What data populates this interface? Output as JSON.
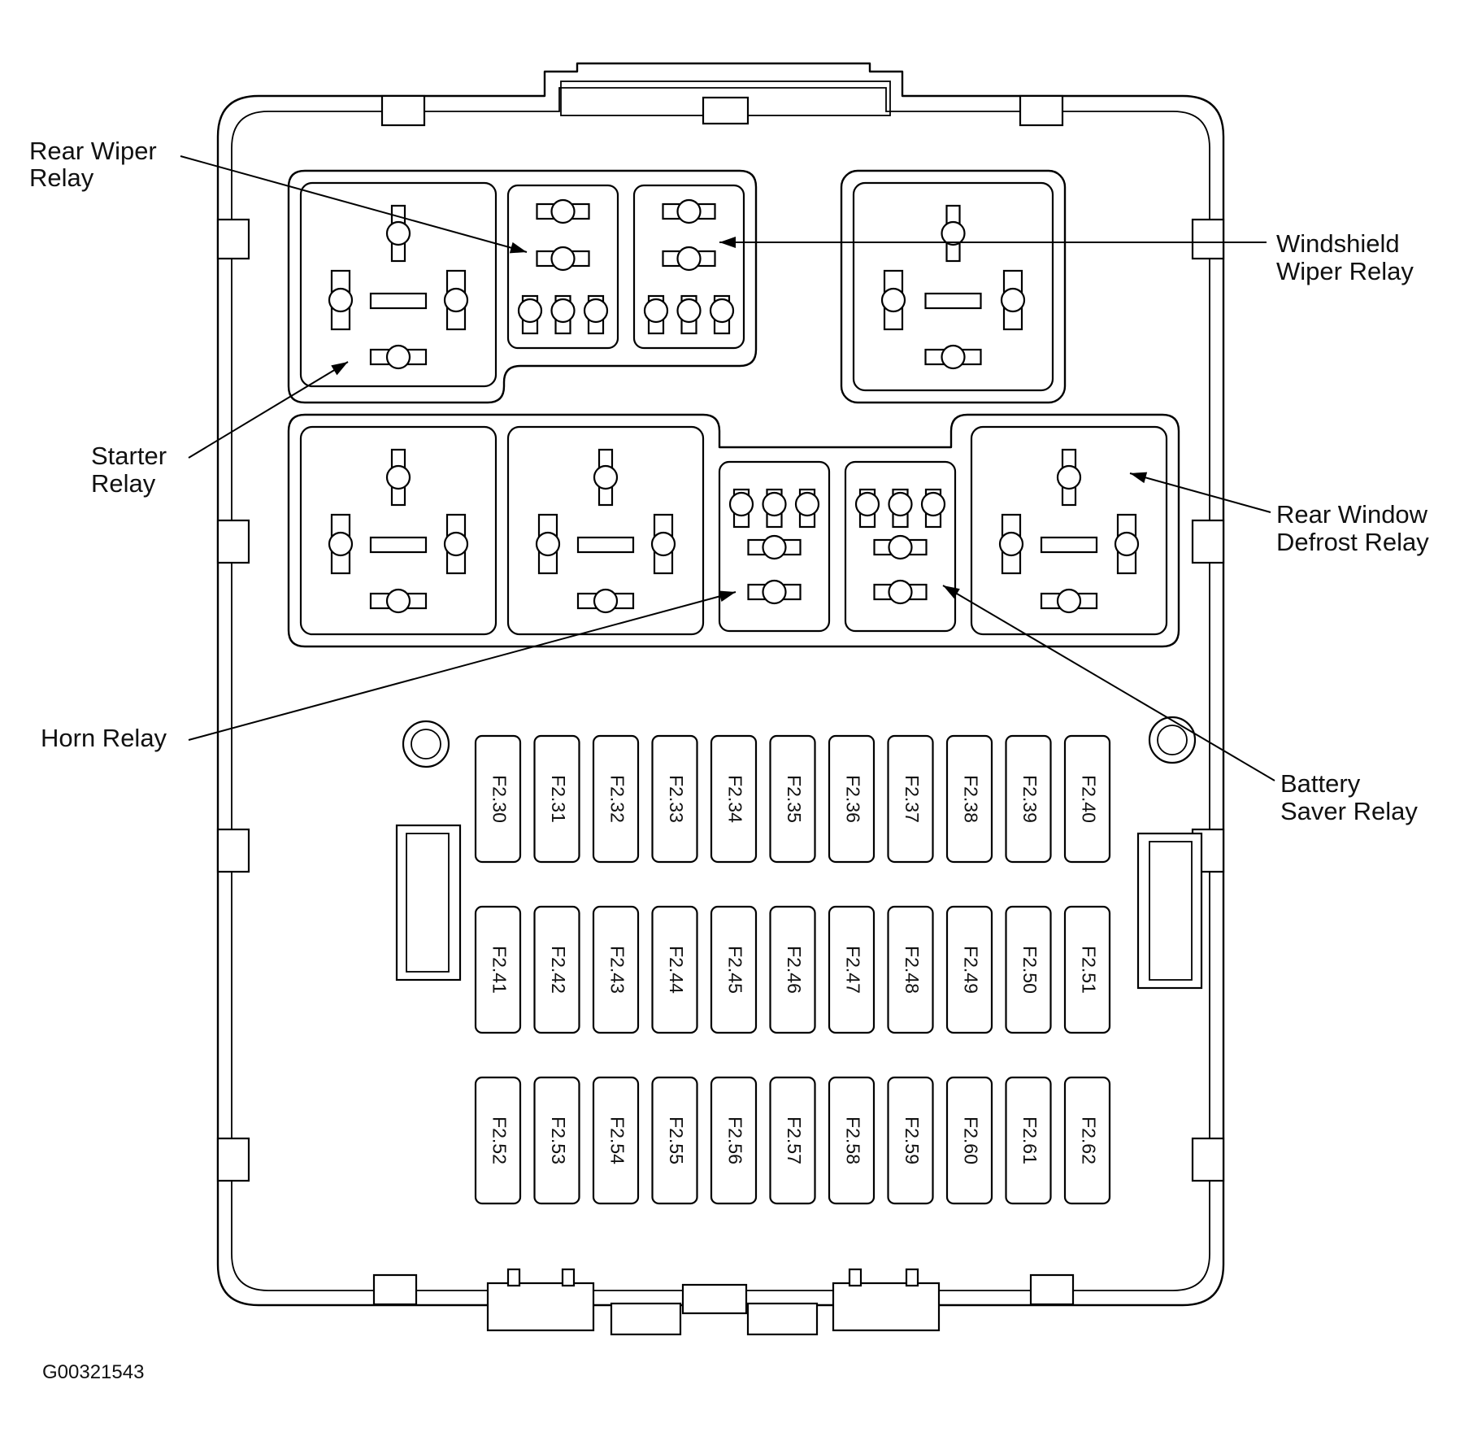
{
  "figure_id": "G00321543",
  "callouts": {
    "rear_wiper_relay": [
      "Rear Wiper",
      "Relay"
    ],
    "windshield_wiper_relay": [
      "Windshield",
      "Wiper Relay"
    ],
    "starter_relay": [
      "Starter",
      "Relay"
    ],
    "rear_window_defrost_relay": [
      "Rear Window",
      "Defrost Relay"
    ],
    "horn_relay": [
      "Horn Relay"
    ],
    "battery_saver_relay": [
      "Battery",
      "Saver Relay"
    ]
  },
  "fuse_rows": [
    [
      "F2.30",
      "F2.31",
      "F2.32",
      "F2.33",
      "F2.34",
      "F2.35",
      "F2.36",
      "F2.37",
      "F2.38",
      "F2.39",
      "F2.40"
    ],
    [
      "F2.41",
      "F2.42",
      "F2.43",
      "F2.44",
      "F2.45",
      "F2.46",
      "F2.47",
      "F2.48",
      "F2.49",
      "F2.50",
      "F2.51"
    ],
    [
      "F2.52",
      "F2.53",
      "F2.54",
      "F2.55",
      "F2.56",
      "F2.57",
      "F2.58",
      "F2.59",
      "F2.60",
      "F2.61",
      "F2.62"
    ]
  ]
}
